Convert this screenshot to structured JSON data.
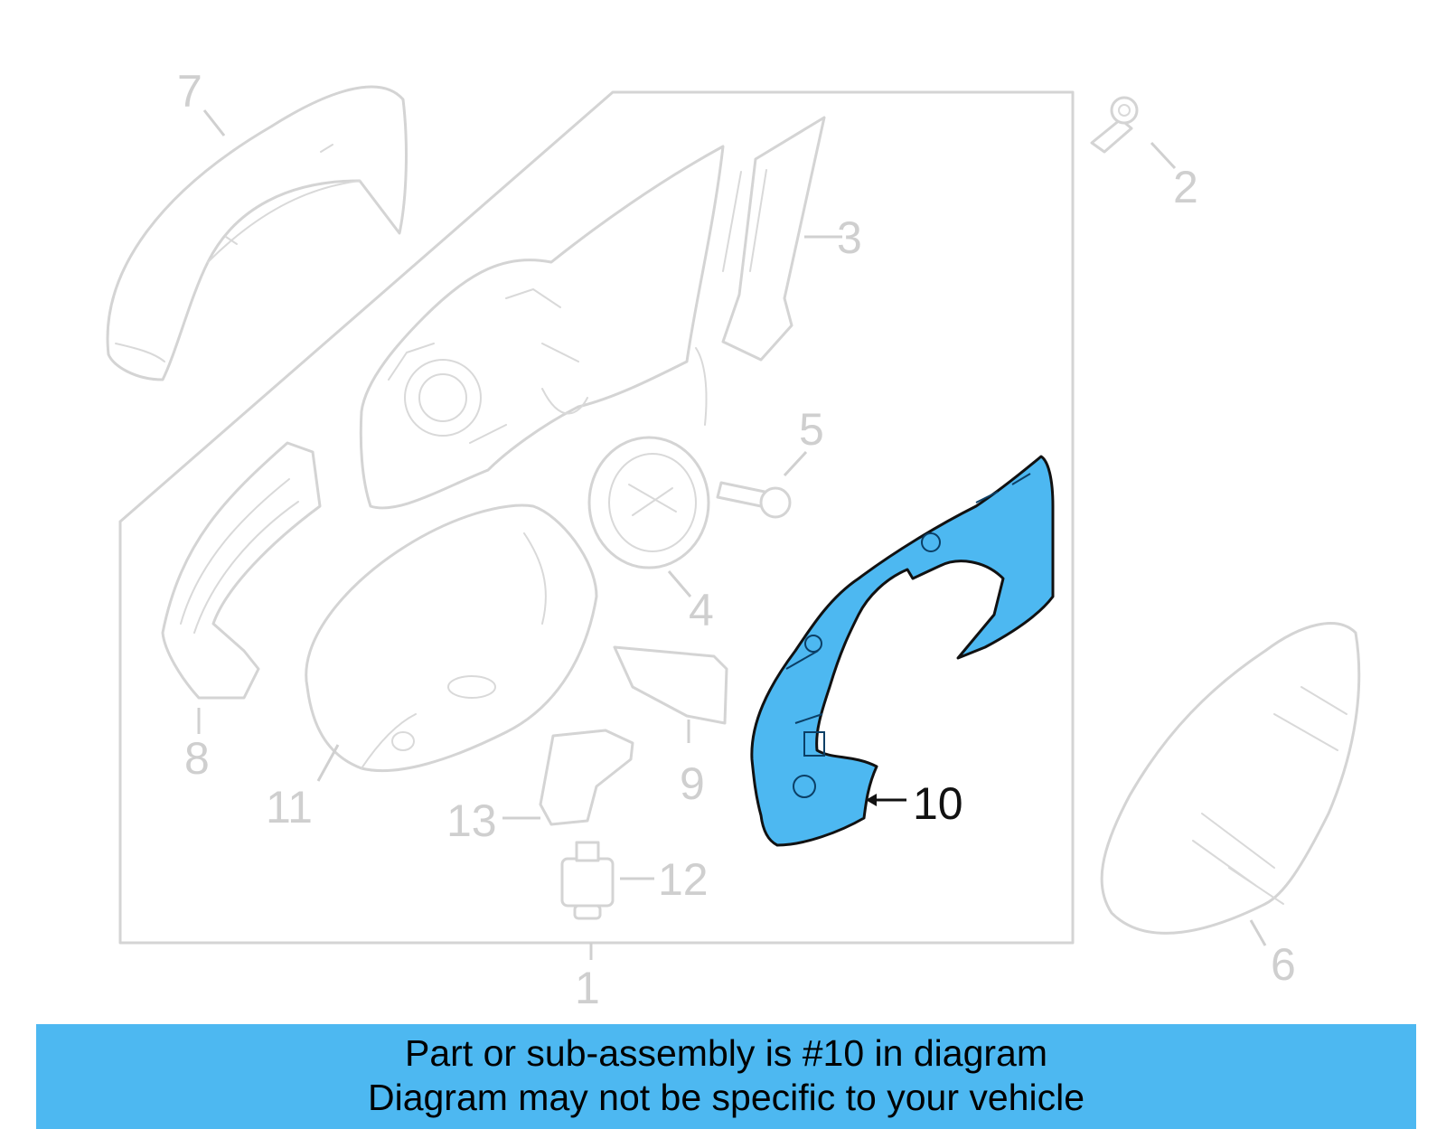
{
  "diagram": {
    "callouts": {
      "part_1": "1",
      "part_2": "2",
      "part_3": "3",
      "part_4": "4",
      "part_5": "5",
      "part_6": "6",
      "part_7": "7",
      "part_8": "8",
      "part_9": "9",
      "part_10": "10",
      "part_11": "11",
      "part_12": "12",
      "part_13": "13"
    },
    "highlighted_part": "10",
    "colors": {
      "highlight": "#4db8f1",
      "line": "#d4d4d4",
      "label_muted": "#cfcfcf",
      "label_highlight": "#111111"
    }
  },
  "banner": {
    "line1": "Part or sub-assembly is #10 in diagram",
    "line2": "Diagram may not be specific to your vehicle",
    "background": "#4db8f1"
  }
}
